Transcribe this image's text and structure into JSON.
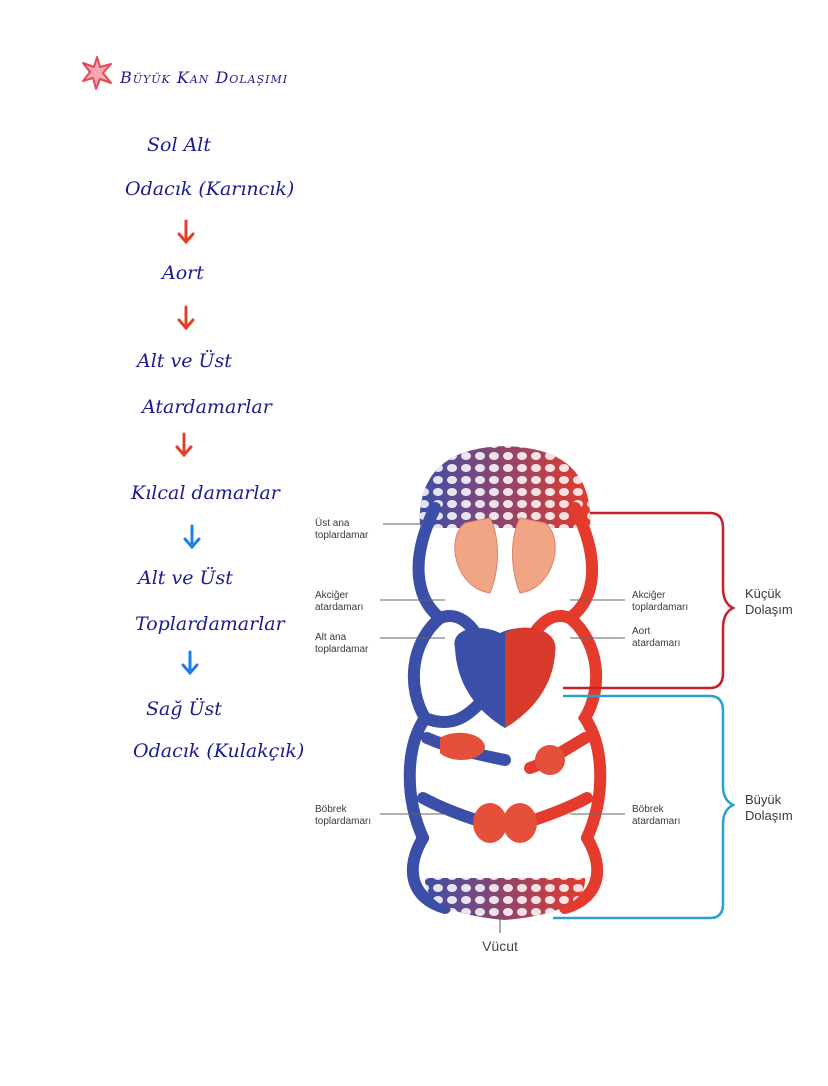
{
  "title": "Büyük Kan Dolaşımı",
  "flow": [
    {
      "lines": [
        "Sol Alt",
        "Odacık (Karıncık)"
      ]
    },
    {
      "lines": [
        "Aort"
      ]
    },
    {
      "lines": [
        "Alt ve Üst",
        "Atardamarlar"
      ]
    },
    {
      "lines": [
        "Kılcal damarlar"
      ]
    },
    {
      "lines": [
        "Alt ve Üst",
        "Toplardamarlar"
      ]
    },
    {
      "lines": [
        "Sağ Üst",
        "Odacık (Kulakçık)"
      ]
    }
  ],
  "arrow_colors": {
    "red": "#e0402a",
    "blue": "#1f7fe8",
    "star": "#e04a5a"
  },
  "diagram": {
    "left_labels": [
      {
        "lines": [
          "Üst ana",
          "toplardamar"
        ]
      },
      {
        "lines": [
          "Akciğer",
          "atardamarı"
        ]
      },
      {
        "lines": [
          "Alt ana",
          "toplardamar"
        ]
      },
      {
        "lines": [
          "Böbrek",
          "toplardamarı"
        ]
      }
    ],
    "right_labels": [
      {
        "lines": [
          "Akciğer",
          "toplardamarı"
        ]
      },
      {
        "lines": [
          "Aort",
          "atardamarı"
        ]
      },
      {
        "lines": [
          "Böbrek",
          "atardamarı"
        ]
      }
    ],
    "small_circulation": [
      "Küçük",
      "Dolaşım"
    ],
    "big_circulation": [
      "Büyük",
      "Dolaşım"
    ],
    "body_label": "Vücut",
    "colors": {
      "artery": "#e53b2c",
      "vein": "#3c4fa8",
      "bracket_red": "#c8202a",
      "bracket_blue": "#2a9fd0"
    }
  }
}
